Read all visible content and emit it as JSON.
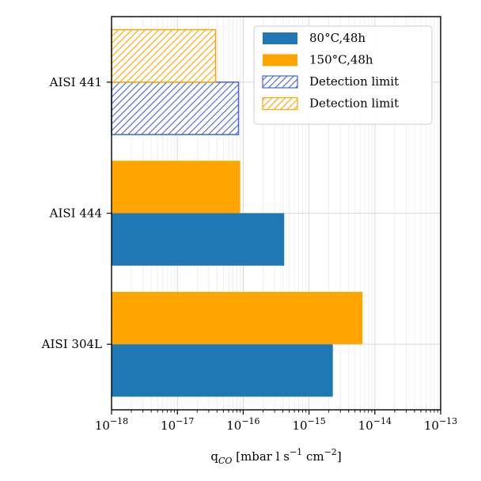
{
  "chart_data": {
    "type": "bar",
    "orientation": "horizontal",
    "categories": [
      "AISI 441",
      "AISI 444",
      "AISI 304L"
    ],
    "series": [
      {
        "name": "80°C,48h",
        "color": "#1f77b4",
        "values": [
          8.5e-17,
          4.2e-16,
          2.3e-15
        ],
        "detection_limit": [
          true,
          false,
          false
        ]
      },
      {
        "name": "150°C,48h",
        "color": "#ffa500",
        "values": [
          3.8e-17,
          9e-17,
          6.5e-15
        ],
        "detection_limit": [
          true,
          false,
          false
        ]
      }
    ],
    "detection_limit_label": "Detection limit",
    "x_scale": "log",
    "xlim": [
      1e-18,
      1e-13
    ],
    "x_ticks": [
      1e-18,
      1e-17,
      1e-16,
      1e-15,
      1e-14,
      1e-13
    ],
    "x_tick_labels": [
      {
        "base": "10",
        "exp": "−18"
      },
      {
        "base": "10",
        "exp": "−17"
      },
      {
        "base": "10",
        "exp": "−16"
      },
      {
        "base": "10",
        "exp": "−15"
      },
      {
        "base": "10",
        "exp": "−14"
      },
      {
        "base": "10",
        "exp": "−13"
      }
    ],
    "xlabel": {
      "symbol": "q",
      "subscript": "CO",
      "units": " [mbar l s",
      "exp1": "−1",
      "units2": " cm",
      "exp2": "−2",
      "close": "]"
    },
    "ylabel": "",
    "grid": true,
    "legend_position": "upper right"
  }
}
